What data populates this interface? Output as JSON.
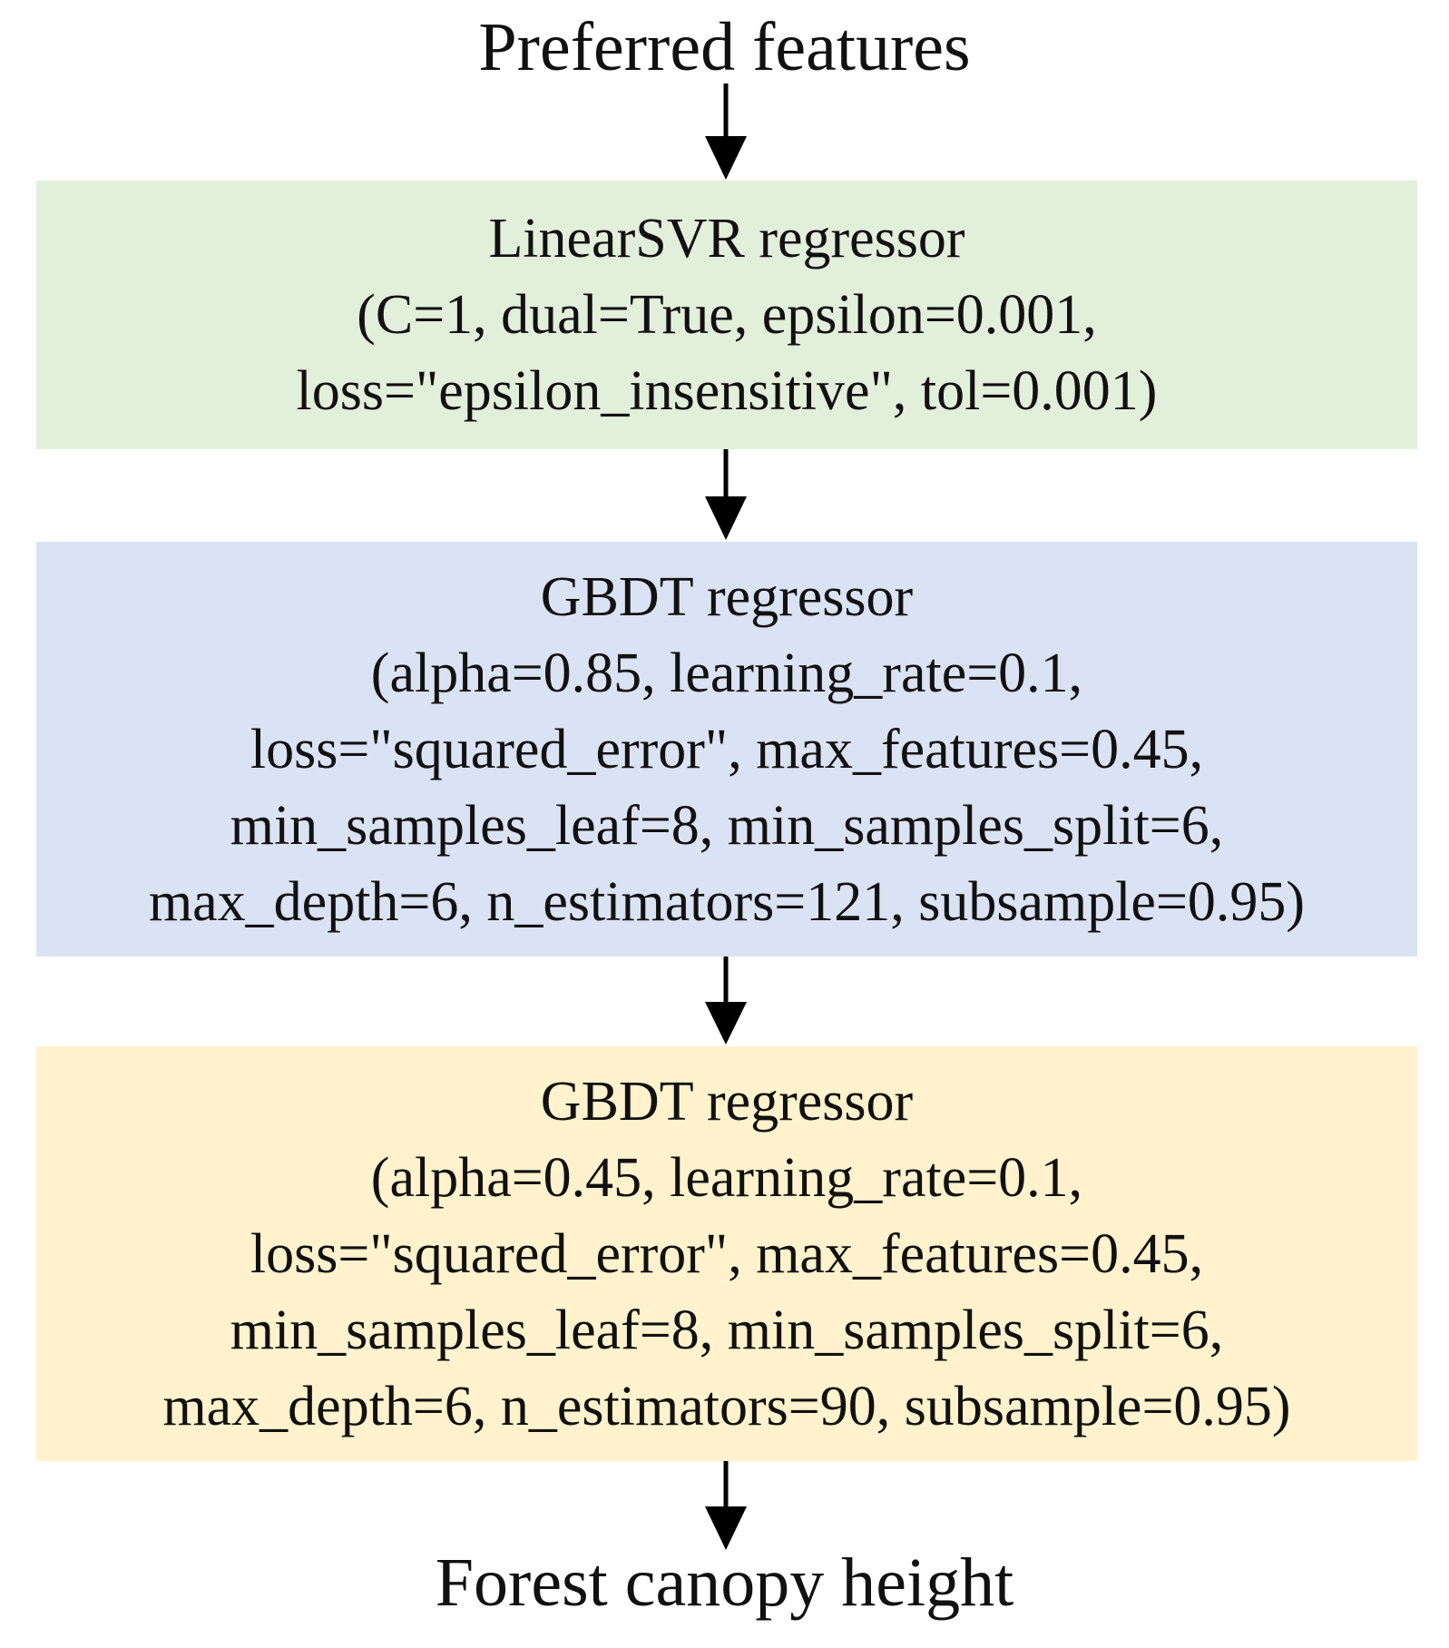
{
  "input_label": "Preferred features",
  "output_label": "Forest canopy height",
  "stages": [
    {
      "title": "LinearSVR regressor",
      "params": [
        "(C=1, dual=True, epsilon=0.001,",
        "loss=\"epsilon_insensitive\", tol=0.001)"
      ],
      "color": "#e2efda"
    },
    {
      "title": "GBDT regressor",
      "params": [
        "(alpha=0.85, learning_rate=0.1,",
        "loss=\"squared_error\", max_features=0.45,",
        "min_samples_leaf=8, min_samples_split=6,",
        "max_depth=6, n_estimators=121, subsample=0.95)"
      ],
      "color": "#dae3f3"
    },
    {
      "title": "GBDT regressor",
      "params": [
        "(alpha=0.45, learning_rate=0.1,",
        "loss=\"squared_error\", max_features=0.45,",
        "min_samples_leaf=8, min_samples_split=6,",
        "max_depth=6, n_estimators=90, subsample=0.95)"
      ],
      "color": "#fff2cc"
    }
  ],
  "arrow_color": "#000000"
}
